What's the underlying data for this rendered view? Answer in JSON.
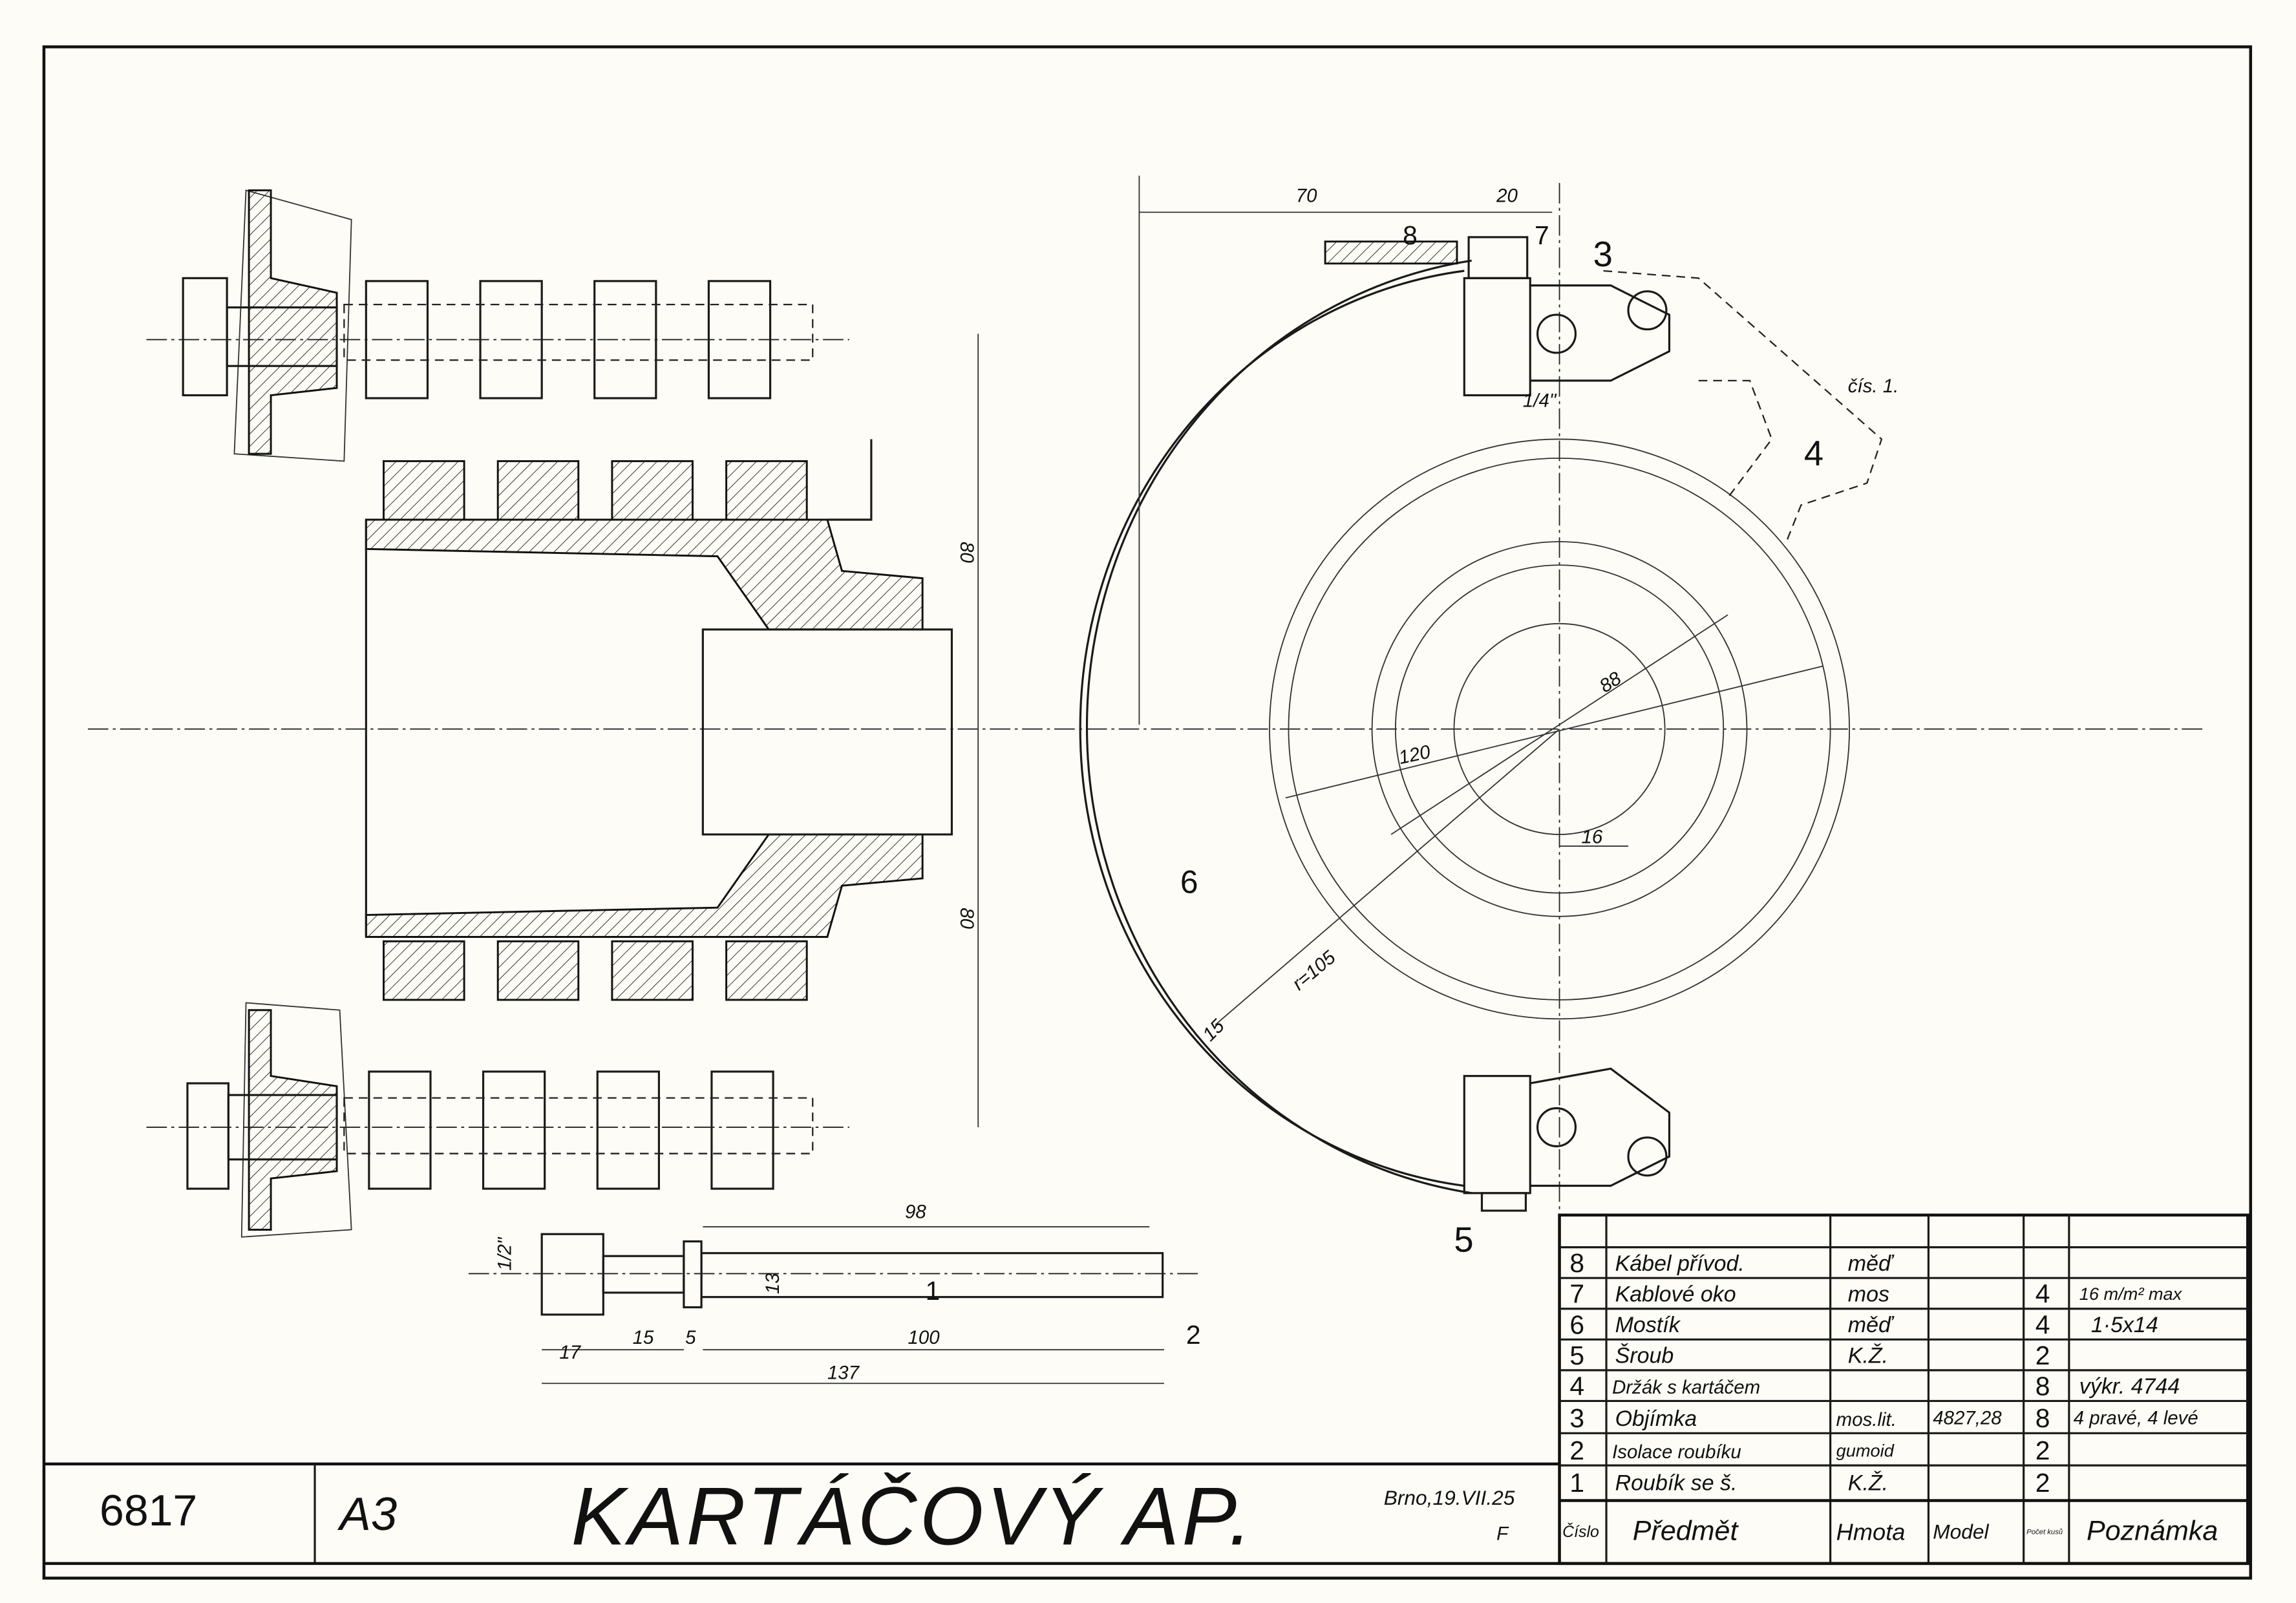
{
  "title_block": {
    "drawing_number": "6817",
    "format": "A3",
    "title": "KARTÁČOVÝ AP.",
    "place_date": "Brno,19.VII.25",
    "signature": "F"
  },
  "parts_table": {
    "headers": [
      "Číslo",
      "Předmět",
      "Hmota",
      "Model",
      "Počet kusů",
      "Poznámka"
    ],
    "rows": [
      {
        "no": "8",
        "item": "Kábel přívod.",
        "material": "měď",
        "model": "",
        "qty": "",
        "note": ""
      },
      {
        "no": "7",
        "item": "Kablové oko",
        "material": "mos",
        "model": "",
        "qty": "4",
        "note": "16 m/m² max"
      },
      {
        "no": "6",
        "item": "Mostík",
        "material": "měď",
        "model": "",
        "qty": "4",
        "note": "1·5x14"
      },
      {
        "no": "5",
        "item": "Šroub",
        "material": "K.Ž.",
        "model": "",
        "qty": "2",
        "note": ""
      },
      {
        "no": "4",
        "item": "Držák s kartáčem",
        "material": "",
        "model": "",
        "qty": "8",
        "note": "výkr. 4744"
      },
      {
        "no": "3",
        "item": "Objímka",
        "material": "mos.lit.",
        "model": "4827,28",
        "qty": "8",
        "note": "4 pravé, 4 levé"
      },
      {
        "no": "2",
        "item": "Isolace roubíku",
        "material": "gumoid",
        "model": "",
        "qty": "2",
        "note": ""
      },
      {
        "no": "1",
        "item": "Roubík se š.",
        "material": "K.Ž.",
        "model": "",
        "qty": "2",
        "note": ""
      }
    ]
  },
  "dimensions": {
    "d70": "70",
    "d20": "20",
    "d80a": "80",
    "d80b": "80",
    "d88": "88",
    "d120": "120",
    "d16": "16",
    "r105": "r=105",
    "d15a": "15",
    "d98": "98",
    "d13": "13",
    "d100": "100",
    "d137": "137",
    "d17": "17",
    "d15b": "15",
    "d5": "5",
    "half": "1/2\"",
    "quarter": "1/4\""
  },
  "callouts": {
    "c1": "1",
    "c2": "2",
    "c3": "3",
    "c4": "4",
    "c5": "5",
    "c6": "6",
    "c7": "7",
    "c8": "8",
    "cis1": "čís. 1."
  }
}
